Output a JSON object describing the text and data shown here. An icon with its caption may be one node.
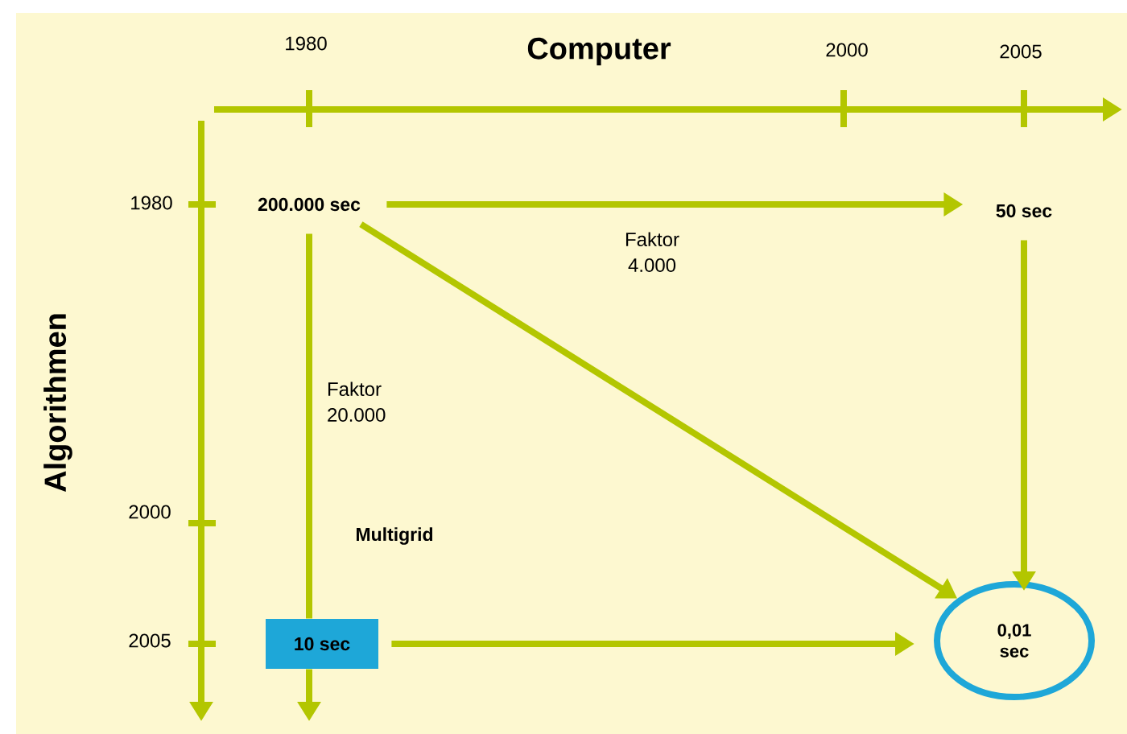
{
  "diagram": {
    "nodes": [
      {
        "text": [
          "200.000 sec"
        ]
      },
      {
        "text": [
          "50 sec"
        ]
      },
      {
        "text": [
          "10 sec"
        ]
      },
      {
        "text": [
          "0,01 sec"
        ]
      }
    ],
    "edges": [
      {
        "from": 0,
        "to": 1,
        "arrow": "to",
        "label": "Faktor 4.000"
      },
      {
        "from": 1,
        "to": 3,
        "arrow": "to"
      },
      {
        "from": 0,
        "to": 3,
        "arrow": "to"
      },
      {
        "from": 0,
        "to": null,
        "arrow": "to",
        "label": "Faktor 20.000"
      },
      {
        "from": 2,
        "to": 3,
        "arrow": "to"
      }
    ],
    "labels": [
      "Computer",
      "Algorithmen",
      "1980",
      "2000",
      "2005",
      "1980",
      "2000",
      "2005",
      "Multigrid"
    ]
  }
}
